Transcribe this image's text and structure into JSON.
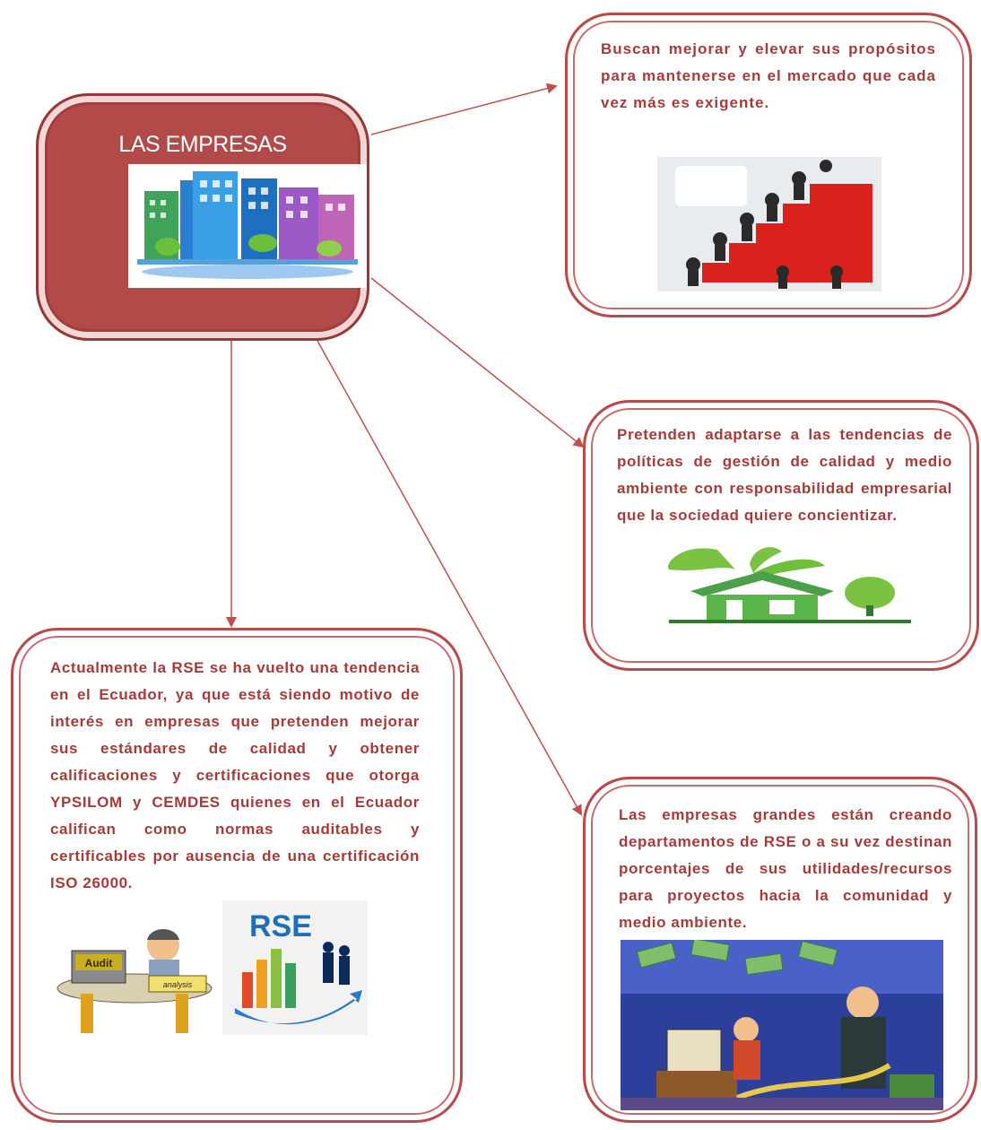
{
  "central": {
    "title": "LAS EMPRESAS",
    "image": "city-buildings-illustration"
  },
  "boxes": [
    {
      "id": "box-top-right",
      "text": "Buscan mejorar y elevar sus propósitos para mantenerse en el mercado que cada vez más es exigente.",
      "image": "people-climbing-red-stairs"
    },
    {
      "id": "box-middle-right",
      "text": "Pretenden adaptarse a las tendencias de políticas de gestión de calidad y medio ambiente con responsabilidad empresarial que la sociedad quiere concientizar.",
      "image": "green-house-leaves-icon"
    },
    {
      "id": "box-bottom-right",
      "text": "Las empresas grandes están creando departamentos de RSE o a su vez destinan porcentajes de sus utilidades/recursos para proyectos hacia la comunidad y medio ambiente.",
      "image": "money-computer-cartoon"
    },
    {
      "id": "box-bottom-left",
      "text": "Actualmente la RSE se ha vuelto una tendencia en el Ecuador, ya que está siendo motivo de interés en empresas que pretenden mejorar sus estándares de calidad y obtener calificaciones y certificaciones que otorga YPSILOM y CEMDES quienes en el Ecuador califican como normas auditables y certificables por ausencia de una certificación ISO 26000.",
      "images": [
        "auditor-desk-cartoon",
        "rse-logo"
      ],
      "rse_logo_text": "RSE",
      "audit_sign": "Audit",
      "analysis_sign": "analysis"
    }
  ],
  "colors": {
    "accent": "#b24a4a",
    "text": "#a83a3a",
    "arrow": "#c0504d"
  }
}
